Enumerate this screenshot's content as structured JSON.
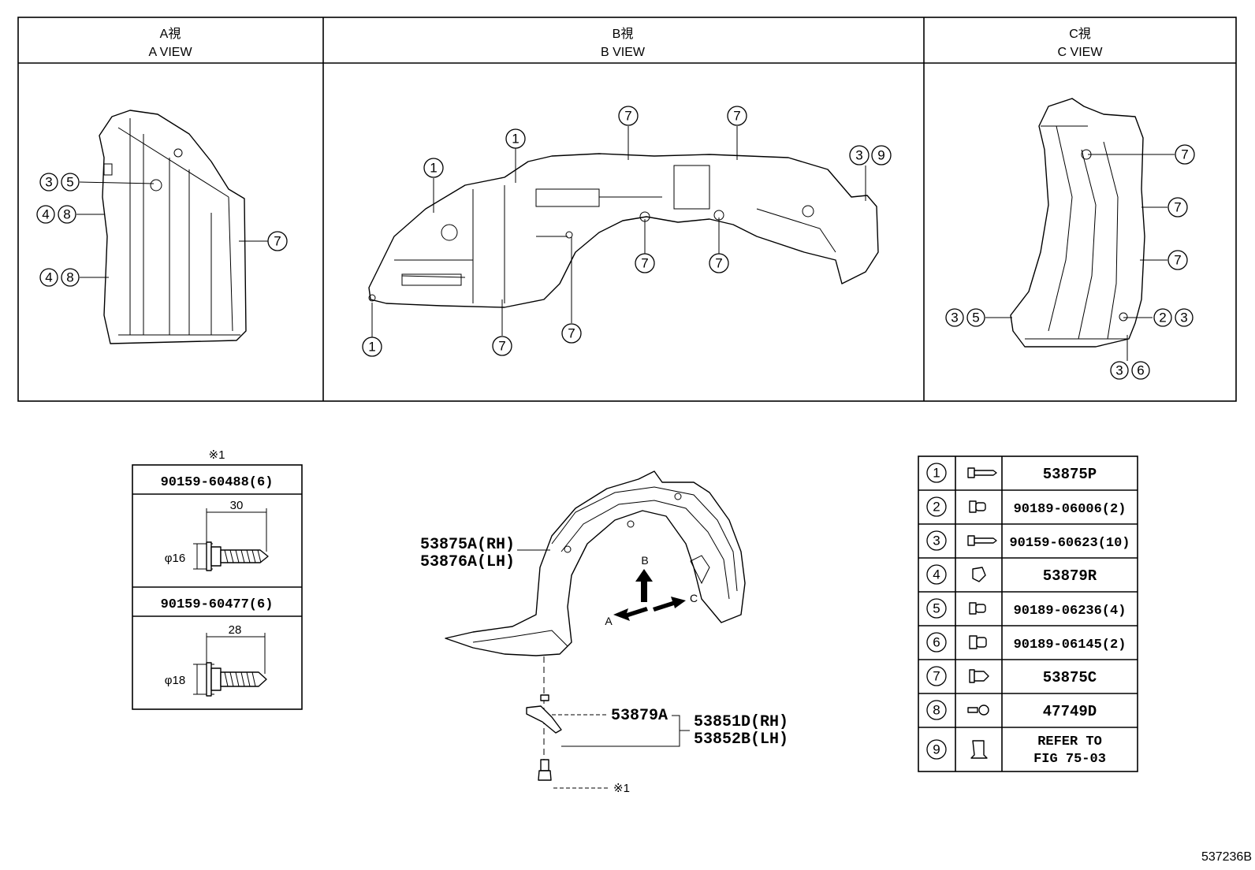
{
  "views": {
    "a": {
      "title_jp": "A視",
      "title_en": "A VIEW",
      "callouts": [
        "3",
        "5",
        "4",
        "8",
        "4",
        "8",
        "7"
      ]
    },
    "b": {
      "title_jp": "B視",
      "title_en": "B VIEW",
      "callouts": [
        "1",
        "1",
        "1",
        "7",
        "7",
        "3",
        "9",
        "7",
        "7",
        "7",
        "7"
      ]
    },
    "c": {
      "title_jp": "C視",
      "title_en": "C VIEW",
      "callouts": [
        "7",
        "7",
        "7",
        "3",
        "5",
        "2",
        "3",
        "3",
        "6"
      ]
    }
  },
  "bolt_detail": {
    "ref_mark": "※1",
    "items": [
      {
        "part_no": "90159-60488(6)",
        "length": "30",
        "diameter": "φ16"
      },
      {
        "part_no": "90159-60477(6)",
        "length": "28",
        "diameter": "φ18"
      }
    ]
  },
  "main_labels": {
    "liner_rh": "53875A(RH)",
    "liner_lh": "53876A(LH)",
    "clip": "53879A",
    "bracket_rh": "53851D(RH)",
    "bracket_lh": "53852B(LH)",
    "bolt_ref": "※1",
    "arrow_a": "A",
    "arrow_b": "B",
    "arrow_c": "C"
  },
  "legend": [
    {
      "num": "1",
      "icon": "screw-icon",
      "part": "53875P"
    },
    {
      "num": "2",
      "icon": "nut-icon",
      "part": "90189-06006(2)"
    },
    {
      "num": "3",
      "icon": "screw-icon",
      "part": "90159-60623(10)"
    },
    {
      "num": "4",
      "icon": "clip-nut-icon",
      "part": "53879R"
    },
    {
      "num": "5",
      "icon": "nut-icon",
      "part": "90189-06236(4)"
    },
    {
      "num": "6",
      "icon": "nut-icon",
      "part": "90189-06145(2)"
    },
    {
      "num": "7",
      "icon": "push-clip-icon",
      "part": "53875C"
    },
    {
      "num": "8",
      "icon": "rivet-icon",
      "part": "47749D"
    },
    {
      "num": "9",
      "icon": "bracket-clip-icon",
      "part": "REFER TO",
      "part2": "FIG 75-03"
    }
  ],
  "figure_id": "537236B"
}
